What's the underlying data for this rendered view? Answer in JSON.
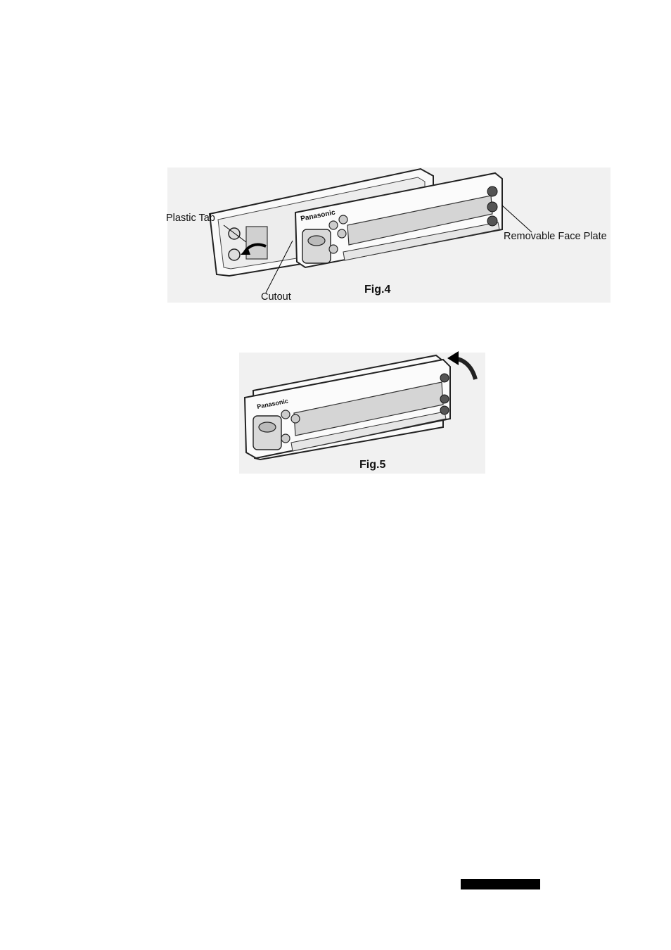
{
  "figure4": {
    "caption": "Fig.4",
    "callouts": {
      "plastic_tab": "Plastic Tab",
      "removable_face_plate": "Removable Face Plate",
      "cutout": "Cutout"
    },
    "brand": "Panasonic"
  },
  "figure5": {
    "caption": "Fig.5",
    "brand": "Panasonic"
  },
  "footer": {
    "bar_color": "#000000"
  }
}
